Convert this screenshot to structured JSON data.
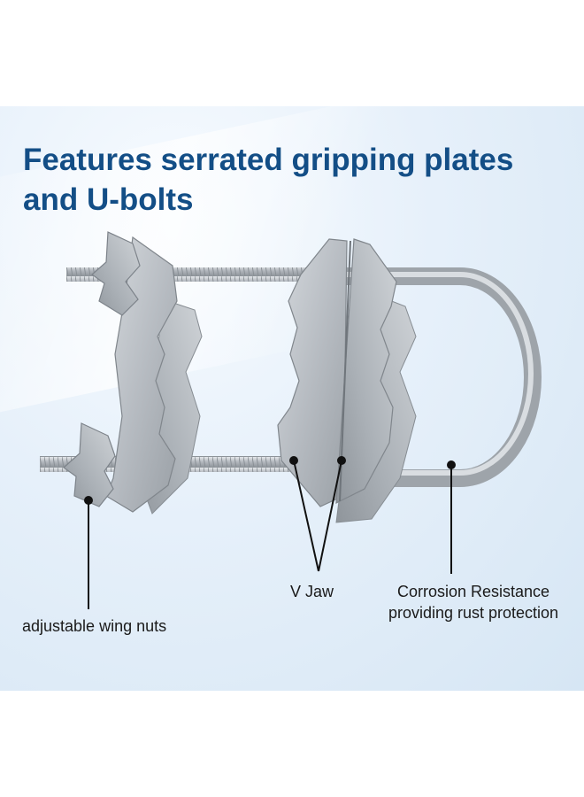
{
  "headline": {
    "line1": "Features serrated gripping plates",
    "line2": "and U-bolts"
  },
  "callouts": {
    "wing_nuts": "adjustable wing nuts",
    "v_jaw": "V Jaw",
    "corrosion_line1": "Corrosion Resistance",
    "corrosion_line2": "providing rust protection"
  },
  "colors": {
    "headline": "#134e86",
    "background_light": "#e6f0fa",
    "metal": "#b9bfc6"
  }
}
